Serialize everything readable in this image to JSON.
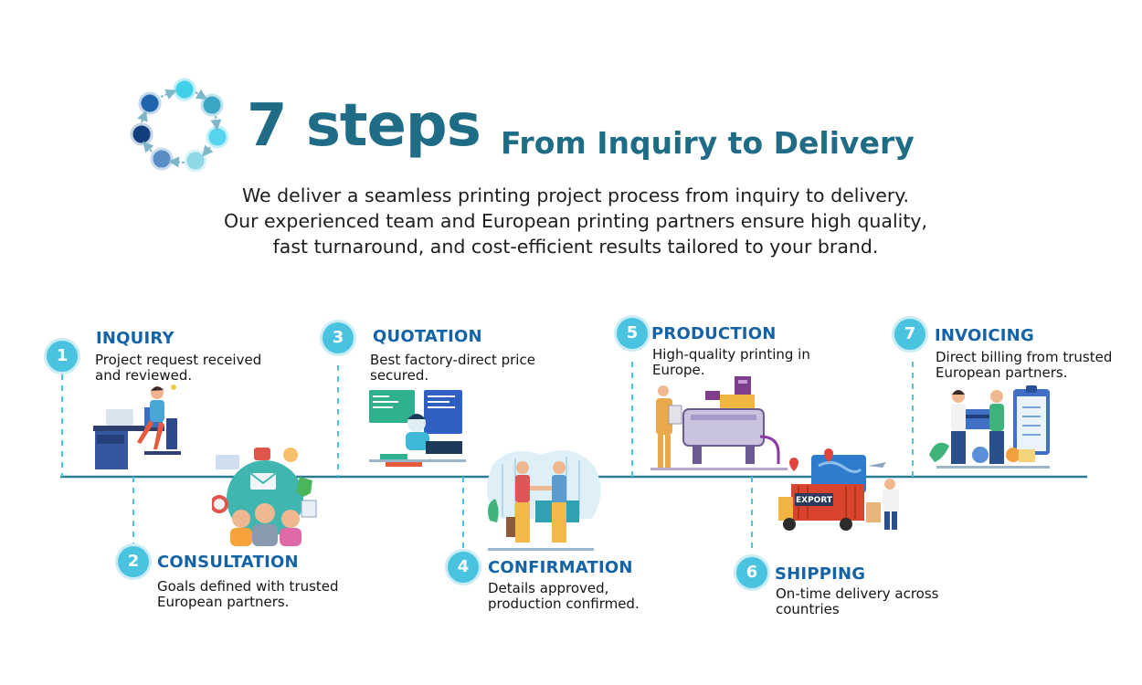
{
  "header": {
    "title_number": "7 steps",
    "title_rest": "From Inquiry to Delivery",
    "intro_lines": [
      "We deliver a seamless printing project process from inquiry to delivery.",
      "Our experienced team and European printing partners ensure high quality,",
      "fast turnaround, and cost-efficient results tailored to your brand."
    ]
  },
  "steps": [
    {
      "number": "1",
      "title": "INQUIRY",
      "desc": [
        "Project request received",
        "and reviewed."
      ]
    },
    {
      "number": "2",
      "title": "CONSULTATION",
      "desc": [
        "Goals defined with trusted",
        "European partners."
      ]
    },
    {
      "number": "3",
      "title": "QUOTATION",
      "desc": [
        "Best factory-direct price",
        "secured."
      ]
    },
    {
      "number": "4",
      "title": "CONFIRMATION",
      "desc": [
        "Details approved,",
        "production confirmed."
      ]
    },
    {
      "number": "5",
      "title": "PRODUCTION",
      "desc": [
        "High-quality printing in",
        "Europe."
      ]
    },
    {
      "number": "6",
      "title": "SHIPPING",
      "desc": [
        "On-time delivery across",
        "countries"
      ]
    },
    {
      "number": "7",
      "title": "INVOICING",
      "desc": [
        "Direct billing from trusted",
        "European partners."
      ]
    }
  ],
  "illustration_text": {
    "truck_label": "EXPORT"
  },
  "colors": {
    "title": "#1e6c86",
    "step_title": "#1463a6",
    "badge": "#49c3df",
    "timeline": "#2b7c94"
  }
}
